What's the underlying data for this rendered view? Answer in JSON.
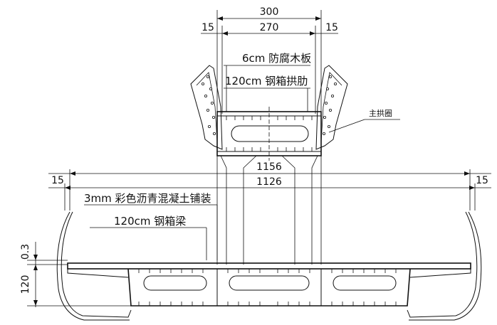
{
  "dimensions": {
    "arch_total": "300",
    "arch_inner": "270",
    "arch_left_margin": "15",
    "arch_right_margin": "15",
    "deck_total": "1156",
    "deck_inner": "1126",
    "deck_left_margin": "15",
    "deck_right_margin": "15",
    "height_top": "0.3",
    "height_girder": "120"
  },
  "labels": {
    "wood_plank": "6cm 防腐木板",
    "arch_rib": "120cm 钢箱拱肋",
    "main_arch": "主拱圈",
    "pavement": "3mm 彩色沥青混凝土铺装",
    "box_girder": "120cm 钢箱梁"
  }
}
